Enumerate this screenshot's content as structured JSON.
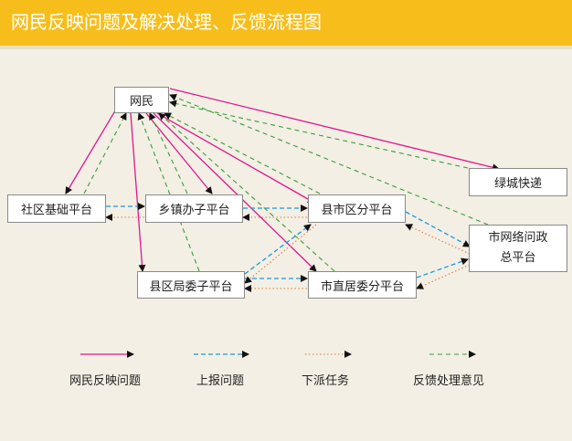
{
  "title": "网民反映问题及解决处理、反馈流程图",
  "colors": {
    "header": "#f7be1b",
    "background": "#f3efe4",
    "report_issue": "#e0178f",
    "report_up": "#1a9ad6",
    "dispatch_task": "#e0763a",
    "feedback": "#3a9d3a"
  },
  "nodes": {
    "netizen": "网民",
    "community": "社区基础平台",
    "town": "乡镇办子平台",
    "county_city": "县市区分平台",
    "express": "绿城快递",
    "city_gov_l1": "市网络问政",
    "city_gov_l2": "总平台",
    "county_bureau": "县区局委子平台",
    "city_direct": "市直居委分平台"
  },
  "legend": {
    "report_issue": "网民反映问题",
    "report_up": "上报问题",
    "dispatch_task": "下派任务",
    "feedback": "反馈处理意见"
  }
}
